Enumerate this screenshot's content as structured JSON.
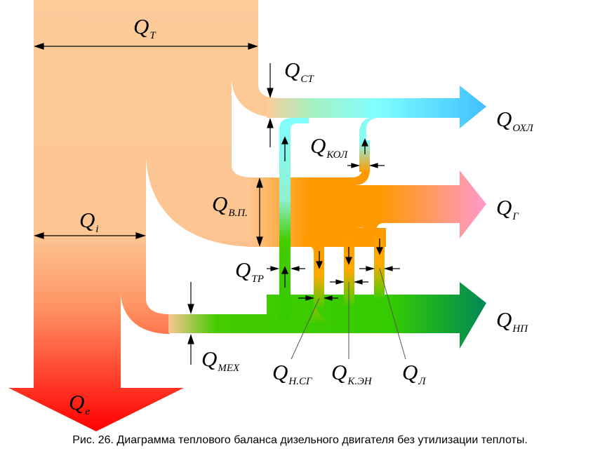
{
  "labels": {
    "qt": {
      "main": "Q",
      "sub": "T"
    },
    "qst": {
      "main": "Q",
      "sub": "СТ"
    },
    "qohl": {
      "main": "Q",
      "sub": "ОХЛ"
    },
    "qkol": {
      "main": "Q",
      "sub": "КОЛ"
    },
    "qvp": {
      "main": "Q",
      "sub": "В.П."
    },
    "qg": {
      "main": "Q",
      "sub": "Г"
    },
    "qi": {
      "main": "Q",
      "sub": "i"
    },
    "qtr": {
      "main": "Q",
      "sub": "ТР"
    },
    "qnp": {
      "main": "Q",
      "sub": "НП"
    },
    "qmeh": {
      "main": "Q",
      "sub": "МЕХ"
    },
    "qnsg": {
      "main": "Q",
      "sub": "Н.СГ"
    },
    "qken": {
      "main": "Q",
      "sub": "К.ЭН"
    },
    "ql": {
      "main": "Q",
      "sub": "Л"
    },
    "qe": {
      "main": "Q",
      "sub": "e"
    }
  },
  "caption": "Рис. 26. Диаграмма теплового баланса дизельного двигателя без утилизации теплоты.",
  "colors": {
    "fuel": "#fccb9a",
    "effective": "#ff0000",
    "cooling": "#40c8ff",
    "exhaust": "#ff9900",
    "gases": "#ff99cc",
    "losses": "#33cc00"
  }
}
